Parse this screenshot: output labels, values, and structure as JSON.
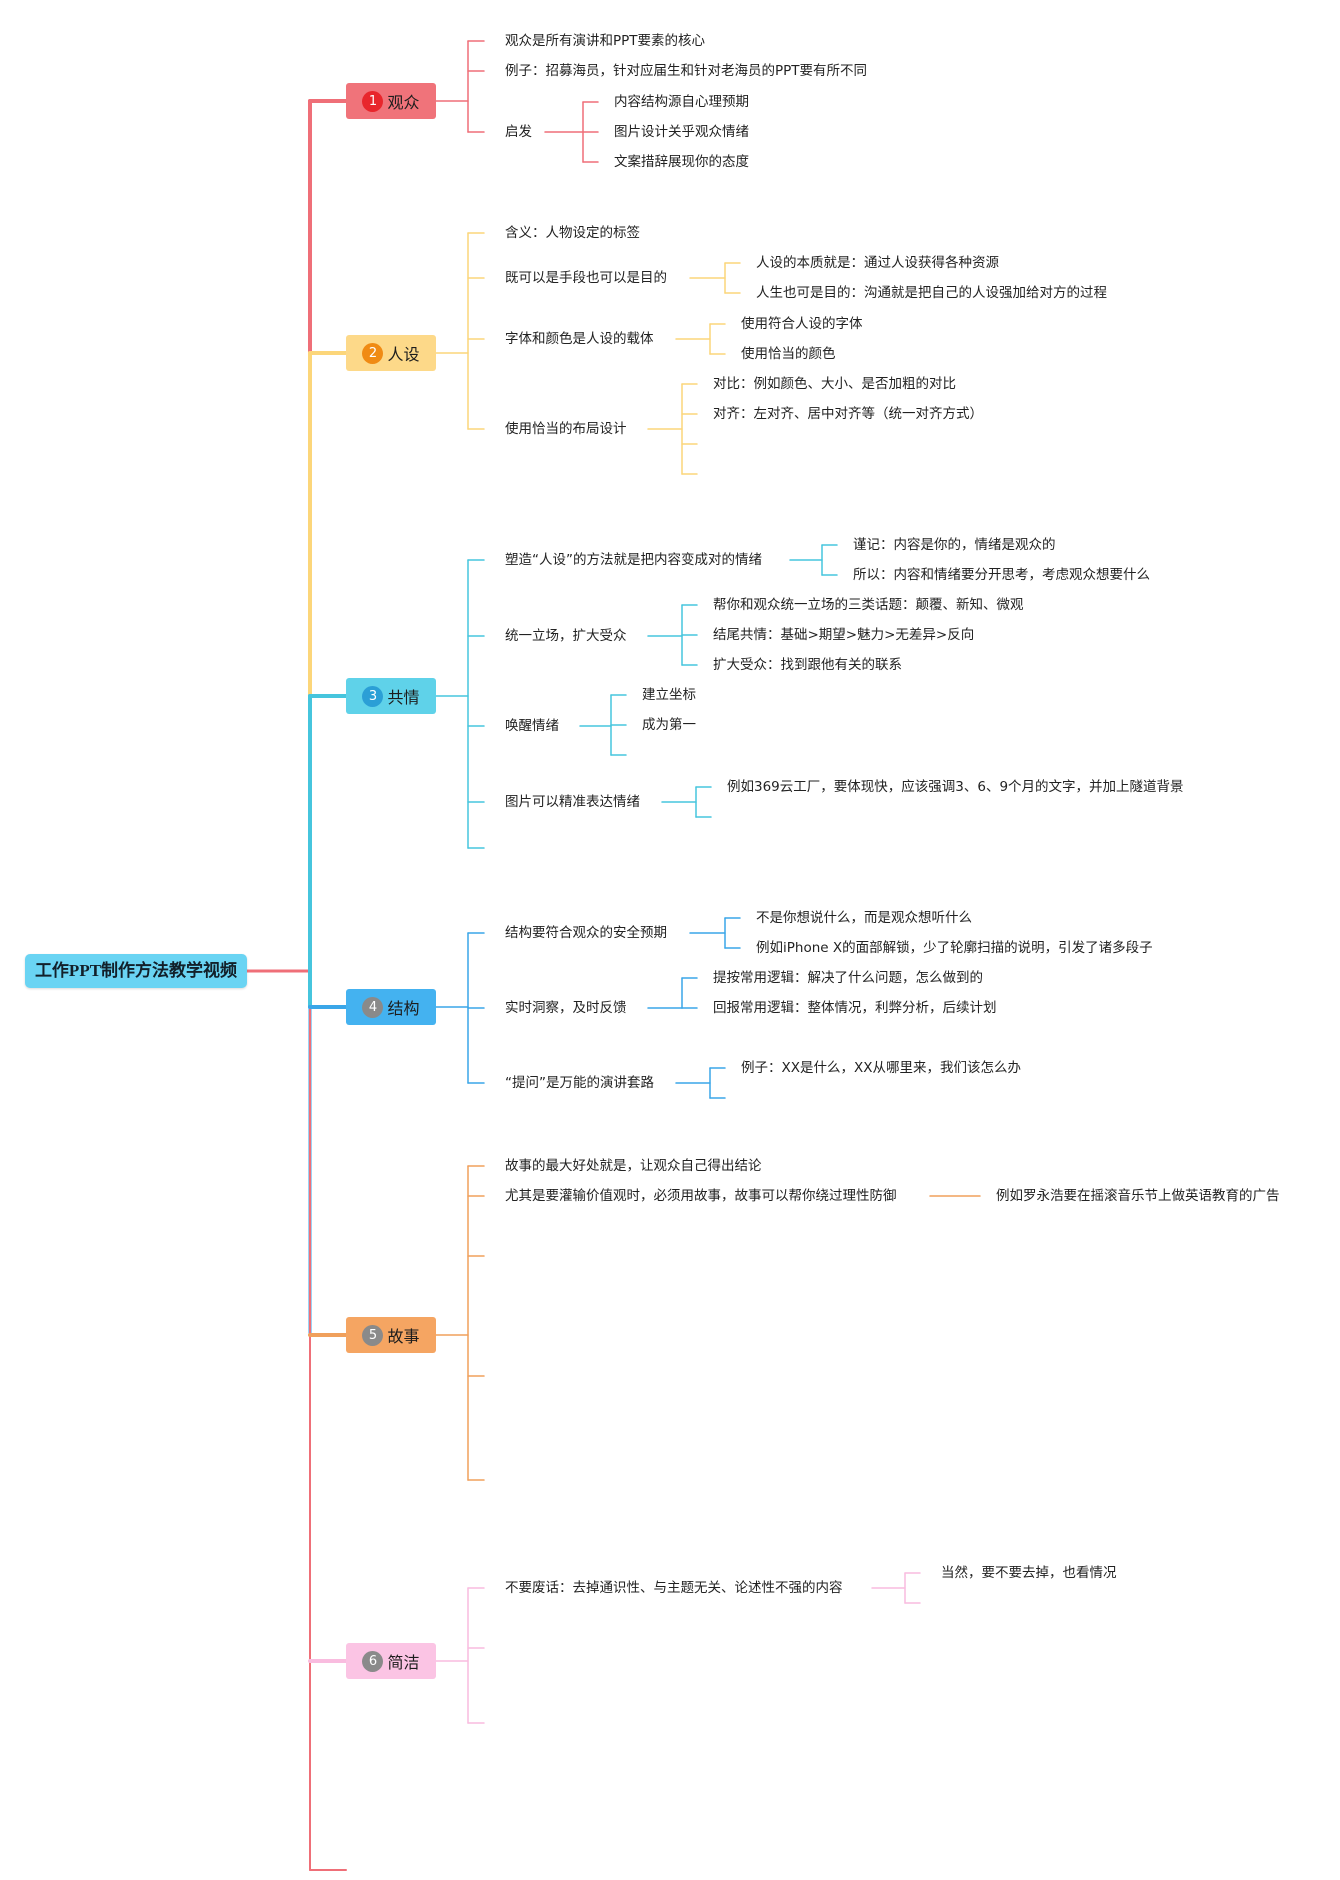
{
  "root": {
    "label": "工作PPT制作方法教学视频"
  },
  "colors": {
    "guanzhong": "#ef6f78",
    "renshe": "#fcd67a",
    "gongqing": "#46c5dd",
    "jiegou": "#3aa6e8",
    "gushi": "#f0a05c",
    "jianjie": "#f9bcdf",
    "trunk_bottom": "#ef6f78"
  },
  "topics": [
    {
      "num": "1",
      "label": "观众",
      "badge": "#e8262c",
      "fill": "#f0737a",
      "items": [
        {
          "text": "观众是所有演讲和PPT要素的核心"
        },
        {
          "text": "例子：招募海员，针对应届生和针对老海员的PPT要有所不同"
        },
        {
          "text": "启发",
          "sub": [
            "内容结构源自心理预期",
            "图片设计关乎观众情绪",
            "文案措辞展现你的态度"
          ]
        }
      ]
    },
    {
      "num": "2",
      "label": "人设",
      "badge": "#f08b14",
      "fill": "#fdd989",
      "items": [
        {
          "text": "含义：人物设定的标签"
        },
        {
          "text": "既可以是手段也可以是目的",
          "sub": [
            "人设的本质就是：通过人设获得各种资源",
            "人生也可是目的：沟通就是把自己的人设强加给对方的过程"
          ]
        },
        {
          "text": "字体和颜色是人设的载体",
          "sub": [
            "使用符合人设的字体",
            "使用恰当的颜色"
          ]
        },
        {
          "text": "使用恰当的布局设计",
          "sub": [
            "对比：例如颜色、大小、是否加粗的对比",
            "对齐：左对齐、居中对齐等（统一对齐方式）",
            "",
            ""
          ]
        }
      ]
    },
    {
      "num": "3",
      "label": "共情",
      "badge": "#2b9fd6",
      "fill": "#5fd2e9",
      "items": [
        {
          "text": "塑造“人设”的方法就是把内容变成对的情绪",
          "sub": [
            "谨记：内容是你的，情绪是观众的",
            "所以：内容和情绪要分开思考，考虑观众想要什么"
          ]
        },
        {
          "text": "统一立场，扩大受众",
          "sub": [
            "帮你和观众统一立场的三类话题：颠覆、新知、微观",
            "结尾共情：基础>期望>魅力>无差异>反向",
            "扩大受众：找到跟他有关的联系"
          ]
        },
        {
          "text": "唤醒情绪",
          "sub": [
            "建立坐标",
            "成为第一",
            ""
          ]
        },
        {
          "text": "图片可以精准表达情绪",
          "sub": [
            "例如369云工厂，要体现快，应该强调3、6、9个月的文字，并加上隧道背景",
            ""
          ]
        },
        {
          "text": ""
        }
      ]
    },
    {
      "num": "4",
      "label": "结构",
      "badge": "#8a8a8a",
      "fill": "#44b2f0",
      "items": [
        {
          "text": "结构要符合观众的安全预期",
          "sub": [
            "不是你想说什么，而是观众想听什么",
            "例如iPhone X的面部解锁，少了轮廓扫描的说明，引发了诸多段子"
          ]
        },
        {
          "text": "实时洞察，及时反馈",
          "sub": [
            "提按常用逻辑：解决了什么问题，怎么做到的",
            "回报常用逻辑：整体情况，利弊分析，后续计划"
          ]
        },
        {
          "text": "“提问”是万能的演讲套路",
          "sub": [
            "例子：XX是什么，XX从哪里来，我们该怎么办",
            ""
          ]
        }
      ]
    },
    {
      "num": "5",
      "label": "故事",
      "badge": "#8a8a8a",
      "fill": "#f5a562",
      "items": [
        {
          "text": "故事的最大好处就是，让观众自己得出结论"
        },
        {
          "text": "尤其是要灌输价值观时，必须用故事，故事可以帮你绕过理性防御",
          "sub": [
            "例如罗永浩要在摇滚音乐节上做英语教育的广告"
          ]
        },
        {
          "text": ""
        },
        {
          "text": ""
        },
        {
          "text": ""
        }
      ]
    },
    {
      "num": "6",
      "label": "简洁",
      "badge": "#8a8a8a",
      "fill": "#fbc4e4",
      "items": [
        {
          "text": "不要废话：去掉通识性、与主题无关、论述性不强的内容",
          "sub": [
            "当然，要不要去掉，也看情况",
            ""
          ]
        },
        {
          "text": ""
        },
        {
          "text": ""
        }
      ]
    }
  ]
}
